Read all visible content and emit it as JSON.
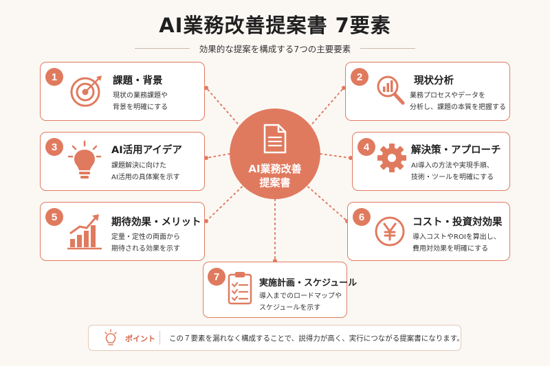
{
  "title": "AI業務改善提案書 7要素",
  "subtitle": "効果的な提案を構成する7つの主要要素",
  "center": {
    "line1": "AI業務改善",
    "line2": "提案書"
  },
  "elements": [
    {
      "number": "1",
      "title": "課題・背景",
      "desc1": "現状の業務課題や",
      "desc2": "背景を明確にする",
      "icon": "target-icon"
    },
    {
      "number": "2",
      "title": "現状分析",
      "desc1": "業務プロセスやデータを",
      "desc2": "分析し、課題の本質を把握する",
      "icon": "analysis-magnifier-icon"
    },
    {
      "number": "3",
      "title": "AI活用アイデア",
      "desc1": "課題解決に向けた",
      "desc2": "AI活用の具体案を示す",
      "icon": "lightbulb-icon"
    },
    {
      "number": "4",
      "title": "解決策・アプローチ",
      "desc1": "AI導入の方法や実現手順、",
      "desc2": "技術・ツールを明確にする",
      "icon": "gear-icon"
    },
    {
      "number": "5",
      "title": "期待効果・メリット",
      "desc1": "定量・定性の両面から",
      "desc2": "期待される効果を示す",
      "icon": "growth-chart-icon"
    },
    {
      "number": "6",
      "title": "コスト・投資対効果",
      "desc1": "導入コストやROIを算出し、",
      "desc2": "費用対効果を明確にする",
      "icon": "yen-icon"
    },
    {
      "number": "7",
      "title": "実施計画・スケジュール",
      "desc1": "導入までのロードマップや",
      "desc2": "スケジュールを示す",
      "icon": "checklist-icon"
    }
  ],
  "point": {
    "label": "ポイント",
    "text": "この７要素を漏れなく構成することで、説得力が高く、実行につながる提案書になります。",
    "icon": "lightbulb-icon"
  },
  "colors": {
    "accent": "#e07a5f",
    "background": "#fbf8f4",
    "text": "#1f1f1f"
  }
}
